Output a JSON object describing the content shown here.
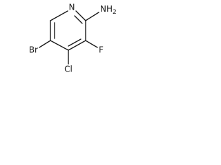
{
  "molecule": {
    "atoms": {
      "n_ring": "N",
      "nh2": "NH",
      "nh2_subscript": "2",
      "f": "F",
      "cl": "Cl",
      "br": "Br"
    },
    "colors": {
      "ink": "#1a1a1a",
      "background": "#ffffff"
    }
  }
}
